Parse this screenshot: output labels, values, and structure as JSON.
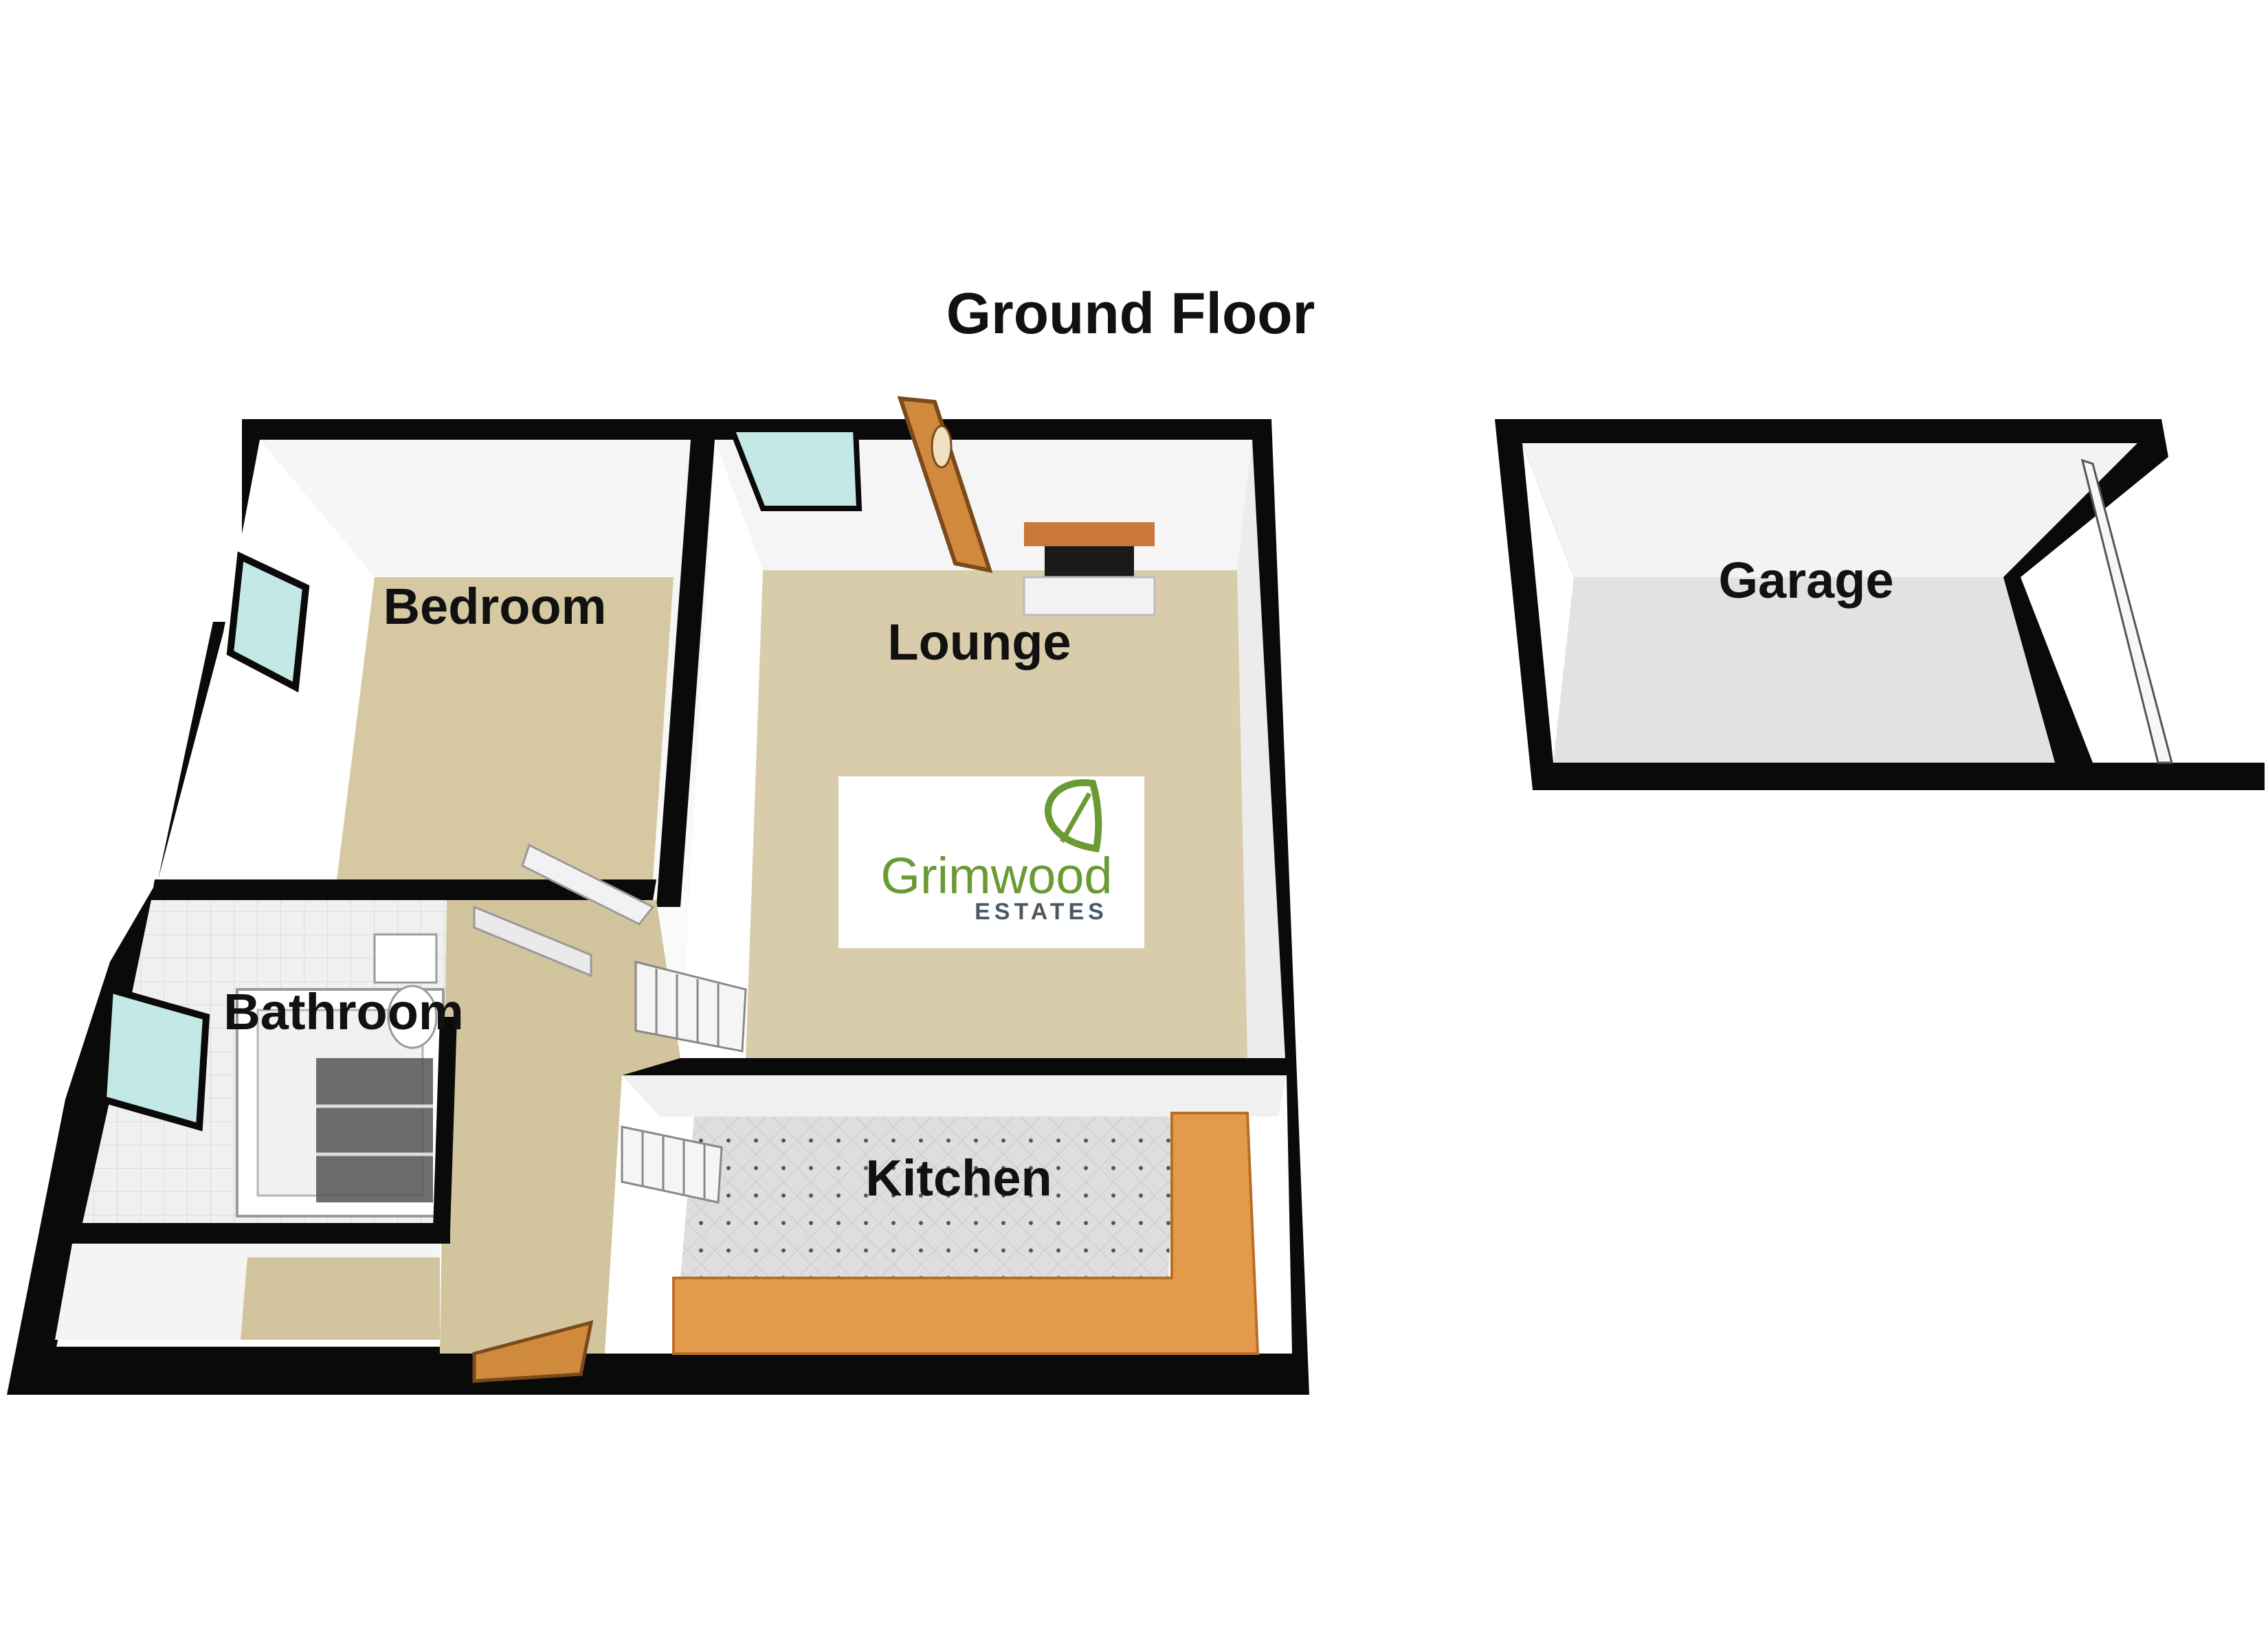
{
  "floor": {
    "title": "Ground Floor"
  },
  "rooms": {
    "bedroom": "Bedroom",
    "lounge": "Lounge",
    "bathroom": "Bathroom",
    "kitchen": "Kitchen",
    "garage": "Garage"
  },
  "logo": {
    "name": "Grimwood",
    "subtitle": "ESTATES",
    "icon": "leaf-icon",
    "accent": "#6a9a33",
    "sub_color": "#4b5966"
  },
  "colors": {
    "walls": "#0a0a0a",
    "carpet": "#d8ccaa",
    "floor_bath": "#e6e6e6",
    "kitchen_tile": "#dcdcdc",
    "worktop": "#e39a4a",
    "garage_floor": "#e2e2e2",
    "door_wood": "#d08a3e",
    "window_glass": "#bfe6e6"
  }
}
